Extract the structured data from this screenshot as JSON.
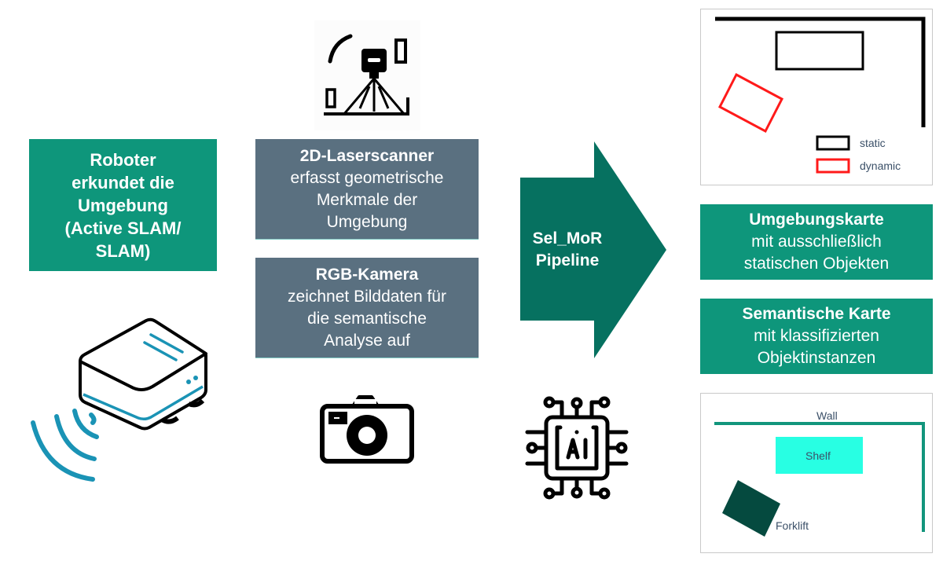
{
  "robot_box": {
    "lines": [
      "Roboter",
      "erkundet die",
      "Umgebung",
      "(Active SLAM/",
      "SLAM)"
    ]
  },
  "laser_box": {
    "title": "2D-Laserscanner",
    "lines": [
      "erfasst geometrische",
      "Merkmale der",
      "Umgebung"
    ]
  },
  "camera_box": {
    "title": "RGB-Kamera",
    "lines": [
      "zeichnet Bilddaten für",
      "die semantische",
      "Analyse auf"
    ]
  },
  "pipeline_arrow": {
    "lines": [
      "Sel_MoR",
      "Pipeline"
    ]
  },
  "env_map_box": {
    "title": "Umgebungskarte",
    "lines": [
      "mit ausschließlich",
      "statischen Objekten"
    ]
  },
  "semantic_map_box": {
    "title": "Semantische Karte",
    "lines": [
      "mit klassifizierten",
      "Objektinstanzen"
    ]
  },
  "env_map_legend": {
    "static": "static",
    "dynamic": "dynamic"
  },
  "semantic_map_labels": {
    "wall": "Wall",
    "shelf": "Shelf",
    "forklift": "Forklift"
  },
  "icons": {
    "laser": "laser-scanner-icon",
    "robot": "mobile-robot-icon",
    "camera": "camera-icon",
    "ai": "ai-chip-icon"
  },
  "colors": {
    "green": "#0e967b",
    "slate": "#5a7080",
    "arrow": "#067160",
    "robot_accent": "#1a93b5",
    "dynamic": "#ff1a1a",
    "wall": "#12957c",
    "shelf": "#28ffe3",
    "forklift": "#054a3f"
  }
}
